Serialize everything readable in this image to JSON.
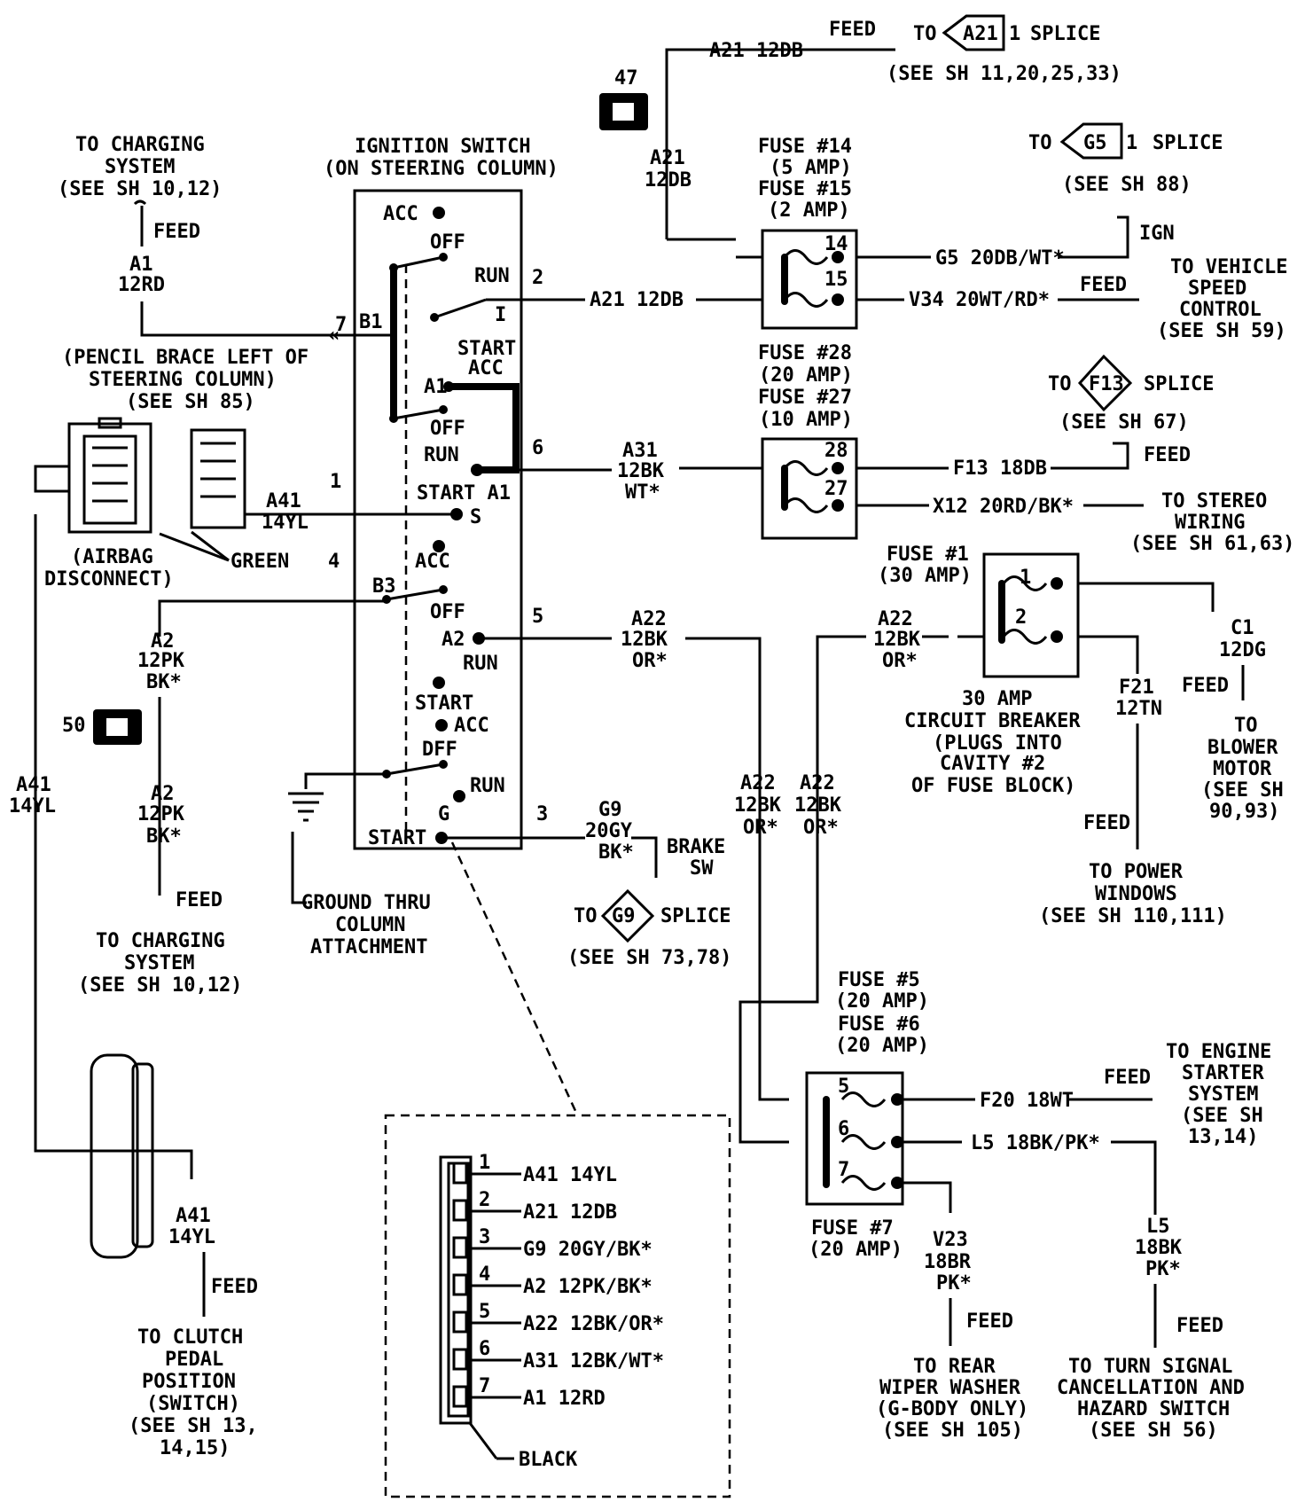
{
  "ignition": {
    "title1": "IGNITION SWITCH",
    "title2": "(ON STEERING COLUMN)",
    "acc1": "ACC",
    "off1": "OFF",
    "run1": "RUN",
    "i_label": "I",
    "start1": "START",
    "acc2": "ACC",
    "a1_left": "A1",
    "off2": "OFF",
    "run2": "RUN",
    "start_a1": "START A1",
    "s_label": "S",
    "acc3": "ACC",
    "off3": "OFF",
    "a2_left": "A2",
    "run3": "RUN",
    "start3": "START",
    "acc4": "ACC",
    "off4": "DFF",
    "run4": "RUN",
    "g_label": "G",
    "start4": "START",
    "b1": "B1",
    "b3": "B3",
    "pin7": "7",
    "pin2": "2",
    "pin6": "6",
    "pin1": "1",
    "pin4": "4",
    "pin5": "5",
    "pin3": "3"
  },
  "charging_top": {
    "l1": "TO CHARGING",
    "l2": "SYSTEM",
    "l3": "(SEE SH 10,12)",
    "feed": "FEED",
    "wire1": "A1",
    "wire2": "12RD"
  },
  "pencil": {
    "l1": "(PENCIL BRACE LEFT OF",
    "l2": "STEERING COLUMN)",
    "l3": "(SEE SH 85)"
  },
  "airbag": {
    "l1": "(AIRBAG",
    "l2": "DISCONNECT)",
    "green": "GREEN",
    "a41_1": "A41",
    "a41_2": "14YL"
  },
  "a2_left": {
    "w1": "A2",
    "w2": "12PK",
    "w3": "BK*",
    "conn": "50",
    "w4": "A2",
    "w5": "12PK",
    "w6": "BK*",
    "feed": "FEED",
    "t1": "TO CHARGING",
    "t2": "SYSTEM",
    "t3": "(SEE SH 10,12)"
  },
  "a41_left": {
    "w1": "A41",
    "w2": "14YL"
  },
  "clutch": {
    "w1": "A41",
    "w2": "14YL",
    "feed": "FEED",
    "t1": "TO CLUTCH",
    "t2": "PEDAL",
    "t3": "POSITION",
    "t4": "(SWITCH)",
    "t5": "(SEE SH 13,",
    "t6": "14,15)"
  },
  "ground": {
    "l1": "GROUND THRU",
    "l2": "COLUMN",
    "l3": "ATTACHMENT"
  },
  "top_feed": {
    "feed": "FEED",
    "to": "TO",
    "splice_id": "A21",
    "splice_pin": "1",
    "splice": "SPLICE",
    "see": "(SEE SH 11,20,25,33)",
    "wire": "A21 12DB",
    "conn": "47",
    "v1": "A21",
    "v2": "12DB"
  },
  "fuse_14_15": {
    "f1": "FUSE #14",
    "f1a": "(5 AMP)",
    "f2": "FUSE #15",
    "f2a": "(2 AMP)",
    "n1": "14",
    "n2": "15"
  },
  "g5": {
    "to": "TO",
    "id": "G5",
    "pin": "1",
    "splice": "SPLICE",
    "see": "(SEE SH 88)",
    "ign": "IGN",
    "wire": "G5 20DB/WT*"
  },
  "vsc": {
    "wire": "V34 20WT/RD*",
    "feed": "FEED",
    "t1": "TO VEHICLE",
    "t2": "SPEED",
    "t3": "CONTROL",
    "t4": "(SEE SH 59)"
  },
  "a21_wire": "A21 12DB",
  "fuse_28_27": {
    "f1": "FUSE #28",
    "f1a": "(20 AMP)",
    "f2": "FUSE #27",
    "f2a": "(10 AMP)",
    "n1": "28",
    "n2": "27"
  },
  "a31": {
    "w1": "A31",
    "w2": "12BK",
    "w3": "WT*"
  },
  "f13": {
    "to": "TO",
    "id": "F13",
    "splice": "SPLICE",
    "see": "(SEE SH 67)",
    "feed": "FEED",
    "wire": "F13 18DB"
  },
  "x12": {
    "wire": "X12 20RD/BK*",
    "t1": "TO STEREO",
    "t2": "WIRING",
    "t3": "(SEE SH 61,63)"
  },
  "fuse1": {
    "f1": "FUSE #1",
    "f1a": "(30 AMP)",
    "n1": "1",
    "n2": "2",
    "c1": "30 AMP",
    "c2": "CIRCUIT BREAKER",
    "c3": "(PLUGS INTO",
    "c4": "CAVITY #2",
    "c5": "OF FUSE BLOCK)"
  },
  "a22_mid": {
    "w1": "A22",
    "w2": "12BK",
    "w3": "OR*"
  },
  "a22_right": {
    "w1": "A22",
    "w2": "12BK",
    "w3": "OR*"
  },
  "a22_v1": {
    "w1": "A22",
    "w2": "12BK",
    "w3": "OR*"
  },
  "a22_v2": {
    "w1": "A22",
    "w2": "12BK",
    "w3": "OR*"
  },
  "blower": {
    "w1": "C1",
    "w2": "12DG",
    "feed": "FEED",
    "t1": "TO",
    "t2": "BLOWER",
    "t3": "MOTOR",
    "t4": "(SEE SH",
    "t5": "90,93)"
  },
  "windows": {
    "w1": "F21",
    "w2": "12TN",
    "feed": "FEED",
    "t1": "TO POWER",
    "t2": "WINDOWS",
    "t3": "(SEE SH 110,111)"
  },
  "g9": {
    "w1": "G9",
    "w2": "20GY",
    "w3": "BK*",
    "b1": "BRAKE",
    "b2": "SW",
    "to": "TO",
    "id": "G9",
    "splice": "SPLICE",
    "see": "(SEE SH 73,78)"
  },
  "fuse_5_6_7": {
    "f1": "FUSE #5",
    "f1a": "(20 AMP)",
    "f2": "FUSE #6",
    "f2a": "(20 AMP)",
    "f3": "FUSE #7",
    "f3a": "(20 AMP)",
    "n5": "5",
    "n6": "6",
    "n7": "7"
  },
  "starter": {
    "wire": "F20 18WT",
    "feed": "FEED",
    "t1": "TO ENGINE",
    "t2": "STARTER",
    "t3": "SYSTEM",
    "t4": "(SEE SH",
    "t5": "13,14)"
  },
  "l5": {
    "wire": "L5 18BK/PK*",
    "v1": "L5",
    "v2": "18BK",
    "v3": "PK*",
    "feed": "FEED",
    "t1": "TO TURN SIGNAL",
    "t2": "CANCELLATION AND",
    "t3": "HAZARD SWITCH",
    "t4": "(SEE SH 56)"
  },
  "v23": {
    "v1": "V23",
    "v2": "18BR",
    "v3": "PK*",
    "feed": "FEED",
    "t1": "TO REAR",
    "t2": "WIPER WASHER",
    "t3": "(G-BODY ONLY)",
    "t4": "(SEE SH 105)"
  },
  "connector": {
    "black": "BLACK",
    "pins": [
      {
        "n": "1",
        "label": "A41 14YL"
      },
      {
        "n": "2",
        "label": "A21 12DB"
      },
      {
        "n": "3",
        "label": "G9 20GY/BK*"
      },
      {
        "n": "4",
        "label": "A2 12PK/BK*"
      },
      {
        "n": "5",
        "label": "A22 12BK/OR*"
      },
      {
        "n": "6",
        "label": "A31 12BK/WT*"
      },
      {
        "n": "7",
        "label": "A1 12RD"
      }
    ]
  }
}
